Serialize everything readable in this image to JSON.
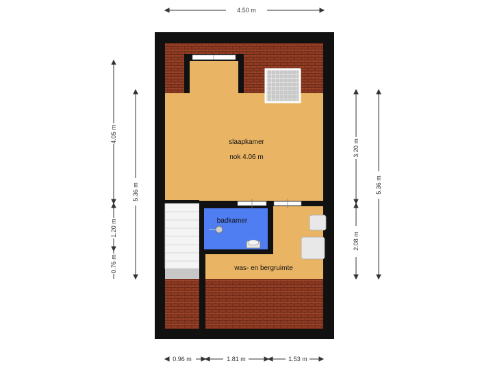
{
  "rooms": {
    "bedroom_name": "slaapkamer",
    "bedroom_note": "nok 4.06 m",
    "bathroom_name": "badkamer",
    "utility_name": "was- en bergruimte"
  },
  "dimensions": {
    "top_width": "4.50 m",
    "left_upper": "4.05 m",
    "left_total": "5.36 m",
    "left_middle": "1.20 m",
    "left_lower": "0.76 m",
    "right_upper": "3.20 m",
    "right_lower": "2.08 m",
    "right_total": "5.36 m",
    "bottom_a": "0.96 m",
    "bottom_b": "1.81 m",
    "bottom_c": "1.53 m"
  },
  "colors": {
    "wall": "#111111",
    "floor": "#e9b564",
    "roof_tile": "#8f3a22",
    "bathroom": "#4f7df2",
    "stairs": "#f4f4f4"
  }
}
